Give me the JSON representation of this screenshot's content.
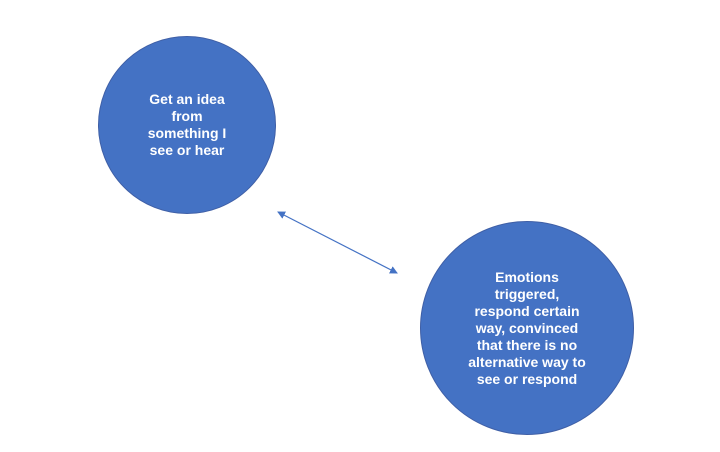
{
  "diagram": {
    "nodes": [
      {
        "label": "Get an idea\nfrom\nsomething I\nsee or hear"
      },
      {
        "label": "Emotions\ntriggered,\nrespond certain\nway, convinced\nthat there is no\nalternative way to\nsee or respond"
      }
    ],
    "connector": {
      "type": "double-headed-arrow"
    }
  },
  "colors": {
    "node_fill": "#4472c4",
    "node_border": "#3f5fa6",
    "arrow": "#4472c4",
    "text": "#ffffff",
    "background": "#ffffff"
  }
}
